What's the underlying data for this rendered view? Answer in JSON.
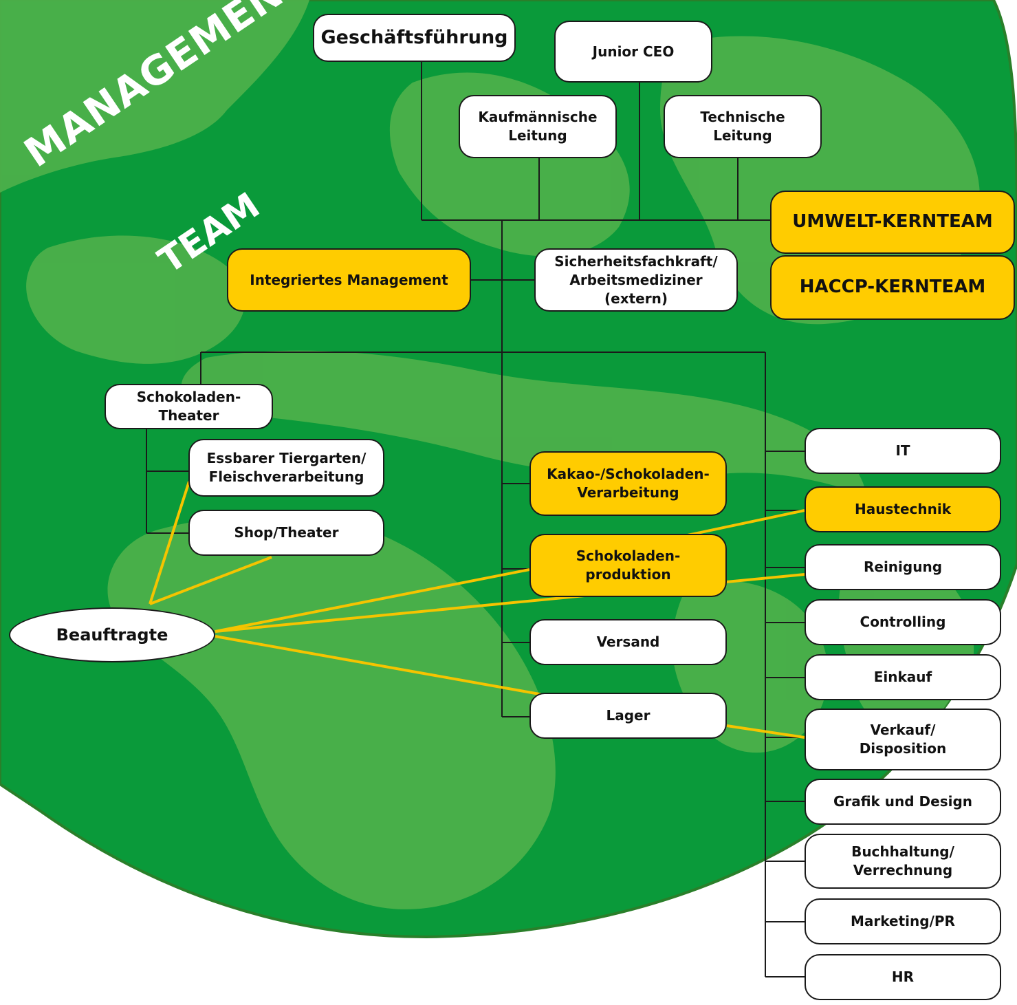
{
  "colors": {
    "globe": "#0a9a3a",
    "land": "#4cb04a",
    "highlight": "#ffcc00",
    "connector": "#1a1a1a",
    "beauftragte_line": "#f5c400"
  },
  "title": {
    "line1": "MANAGEMENT",
    "line2": "TEAM"
  },
  "nodes": {
    "geschaeftsfuehrung": "Geschäftsführung",
    "junior_ceo": "Junior CEO",
    "kaufm_leitung": "Kaufmännische\nLeitung",
    "techn_leitung": "Technische\nLeitung",
    "umwelt_kernteam": "UMWELT-KERNTEAM",
    "haccp_kernteam": "HACCP-KERNTEAM",
    "integriertes_management": "Integriertes Management",
    "sicherheitsfachkraft": "Sicherheitsfachkraft/\nArbeitsmediziner (extern)",
    "schokoladen_theater": "Schokoladen-Theater",
    "essbarer_tiergarten": "Essbarer Tiergarten/\nFleischverarbeitung",
    "shop_theater": "Shop/Theater",
    "kakao_verarbeitung": "Kakao-/Schokoladen-\nVerarbeitung",
    "schokoladenproduktion": "Schokoladen-\nproduktion",
    "versand": "Versand",
    "lager": "Lager",
    "it": "IT",
    "haustechnik": "Haustechnik",
    "reinigung": "Reinigung",
    "controlling": "Controlling",
    "einkauf": "Einkauf",
    "verkauf": "Verkauf/\nDisposition",
    "grafik": "Grafik und Design",
    "buchhaltung": "Buchhaltung/\nVerrechnung",
    "marketing": "Marketing/PR",
    "hr": "HR",
    "beauftragte": "Beauftragte"
  }
}
